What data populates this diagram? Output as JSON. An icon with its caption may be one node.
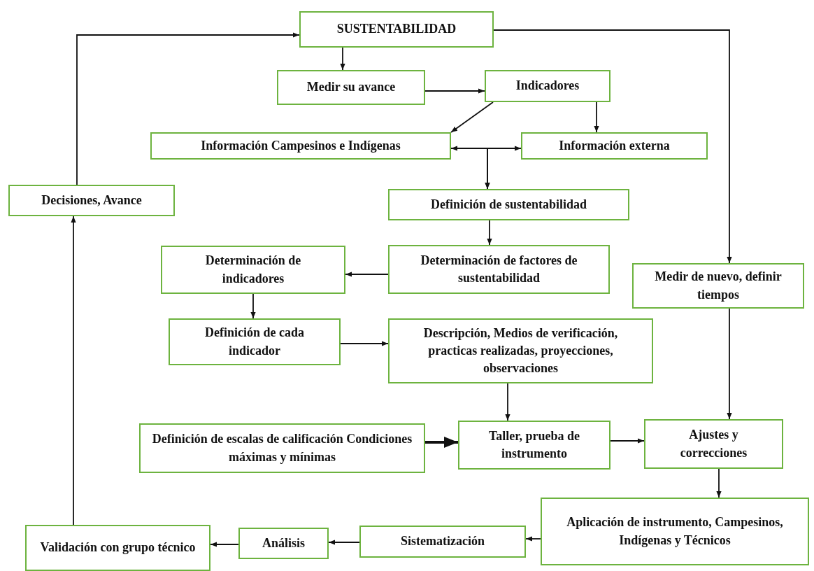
{
  "diagram": {
    "nodes": [
      {
        "text": [
          "SUSTENTABILIDAD"
        ]
      },
      {
        "text": [
          "Medir su avance"
        ]
      },
      {
        "text": [
          "Indicadores"
        ]
      },
      {
        "text": [
          "Información Campesinos e Indígenas"
        ]
      },
      {
        "text": [
          "Información externa"
        ]
      },
      {
        "text": [
          "Decisiones, Avance"
        ]
      },
      {
        "text": [
          "Definición de sustentabilidad"
        ]
      },
      {
        "text": [
          "Determinación de indicadores"
        ]
      },
      {
        "text": [
          "Determinación de factores de sustentabilidad"
        ]
      },
      {
        "text": [
          "Medir de nuevo, definir tiempos"
        ]
      },
      {
        "text": [
          "Definición de cada indicador"
        ]
      },
      {
        "text": [
          "Descripción, Medios de verificación, practicas realizadas, proyecciones, observaciones"
        ]
      },
      {
        "text": [
          "Definición de escalas de calificación Condiciones máximas y mínimas"
        ]
      },
      {
        "text": [
          "Taller, prueba de instrumento"
        ]
      },
      {
        "text": [
          "Ajustes y correcciones"
        ]
      },
      {
        "text": [
          "Aplicación de instrumento, Campesinos, Indígenas y Técnicos"
        ]
      },
      {
        "text": [
          "Sistematización"
        ]
      },
      {
        "text": [
          "Análisis"
        ]
      },
      {
        "text": [
          "Validación con grupo técnico"
        ]
      }
    ],
    "edges": [
      {
        "from": 5,
        "to": 0,
        "arrow": "to"
      },
      {
        "from": 0,
        "to": 1,
        "arrow": "to"
      },
      {
        "from": 1,
        "to": 2,
        "arrow": "to"
      },
      {
        "from": 2,
        "to": 3,
        "arrow": "to"
      },
      {
        "from": 2,
        "to": 4,
        "arrow": "to"
      },
      {
        "from": 3,
        "to": 4,
        "arrow": "both"
      },
      {
        "from": 3,
        "to": 6,
        "arrow": "to"
      },
      {
        "from": 4,
        "to": 6,
        "arrow": "to"
      },
      {
        "from": 6,
        "to": 8,
        "arrow": "to"
      },
      {
        "from": 8,
        "to": 7,
        "arrow": "to"
      },
      {
        "from": 7,
        "to": 10,
        "arrow": "to"
      },
      {
        "from": 10,
        "to": 11,
        "arrow": "to"
      },
      {
        "from": 11,
        "to": 13,
        "arrow": "to"
      },
      {
        "from": 12,
        "to": 13,
        "arrow": "to",
        "style": "thick"
      },
      {
        "from": 13,
        "to": 14,
        "arrow": "to"
      },
      {
        "from": 0,
        "to": 9,
        "arrow": "to"
      },
      {
        "from": 9,
        "to": 14,
        "arrow": "to"
      },
      {
        "from": 14,
        "to": 15,
        "arrow": "to"
      },
      {
        "from": 15,
        "to": 16,
        "arrow": "to"
      },
      {
        "from": 16,
        "to": 17,
        "arrow": "to"
      },
      {
        "from": 17,
        "to": 18,
        "arrow": "to"
      },
      {
        "from": 18,
        "to": 5,
        "arrow": "to"
      }
    ]
  }
}
